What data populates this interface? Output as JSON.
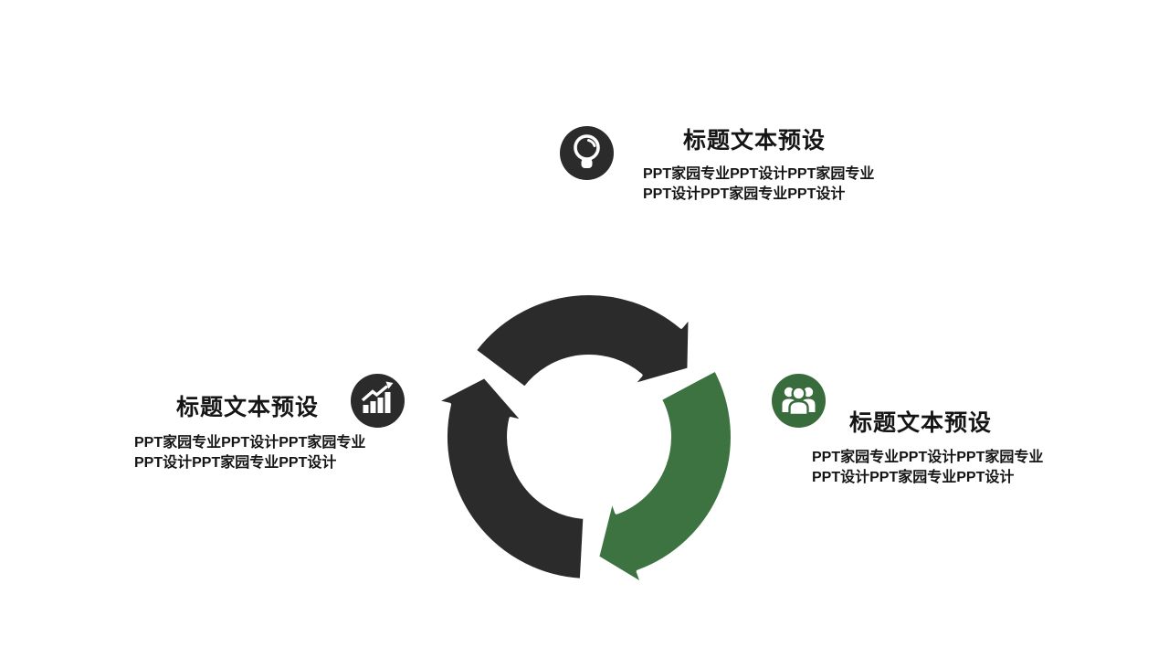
{
  "slide": {
    "background": "#ffffff"
  },
  "colors": {
    "dark": "#2b2b2b",
    "green": "#3d7241",
    "icon_dark": "#2b2b2b",
    "icon_green": "#386c3c",
    "title_text": "#151515",
    "body_text": "#151515",
    "arrow_separator": "#ffffff"
  },
  "items": [
    {
      "position": "top",
      "icon": "lightbulb-icon",
      "title": "标题文本预设",
      "body_lines": [
        "PPT家园专业PPT设计PPT家园专业",
        "PPT设计PPT家园专业PPT设计"
      ]
    },
    {
      "position": "left",
      "icon": "bar-chart-icon",
      "title": "标题文本预设",
      "body_lines": [
        "PPT家园专业PPT设计PPT家园专业",
        "PPT设计PPT家园专业PPT设计"
      ]
    },
    {
      "position": "right",
      "icon": "users-icon",
      "title": "标题文本预设",
      "body_lines": [
        "PPT家园专业PPT设计PPT家园专业",
        "PPT设计PPT家园专业PPT设计"
      ]
    }
  ],
  "diagram": {
    "type": "cycle-arrows",
    "description": "three curved arrows forming a clockwise cycle",
    "segments": [
      {
        "name": "cycle-arrow-top",
        "color": "#2b2b2b",
        "tail": 217,
        "head_base": 310,
        "tip": 326
      },
      {
        "name": "cycle-arrow-right",
        "color": "#3d7241",
        "tail": 332,
        "head_base": 70,
        "tip": 86
      },
      {
        "name": "cycle-arrow-left",
        "color": "#2b2b2b",
        "tail": 93,
        "head_base": 193,
        "tip": 210
      }
    ],
    "geometry": {
      "outer_r": 157,
      "inner_r": 88,
      "head_outer_r": 172,
      "head_inner_r": 73,
      "tip_r": 132,
      "stroke_width": 4
    }
  }
}
